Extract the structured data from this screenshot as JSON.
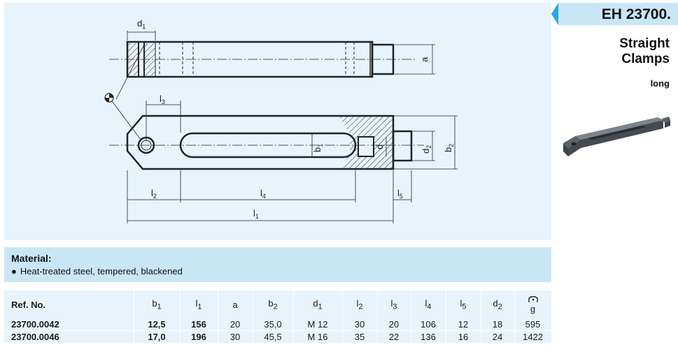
{
  "header": {
    "code": "EH 23700.",
    "accent_color": "#2aa7e4",
    "badge_color": "#c9e6f7"
  },
  "product": {
    "title_line1": "Straight",
    "title_line2": "Clamps",
    "subtitle": "long"
  },
  "drawing": {
    "labels": {
      "d1": "d",
      "d1_sub": "1",
      "l3": "l",
      "l3_sub": "3",
      "a": "a",
      "b1": "b",
      "b1_sub": "1",
      "d": "d",
      "d2": "d",
      "d2_sub": "2",
      "b2": "b",
      "b2_sub": "2",
      "l2": "l",
      "l2_sub": "2",
      "l4": "l",
      "l4_sub": "4",
      "l5": "l",
      "l5_sub": "5",
      "l1": "l",
      "l1_sub": "1"
    },
    "symbol": "hardened-surface-symbol"
  },
  "material": {
    "heading": "Material:",
    "bullet": "●",
    "line": "Heat-treated steel, tempered, blackened"
  },
  "table": {
    "ref_header": "Ref. No.",
    "columns": [
      {
        "label": "b",
        "sub": "1"
      },
      {
        "label": "l",
        "sub": "1"
      },
      {
        "label": "a",
        "sub": ""
      },
      {
        "label": "b",
        "sub": "2"
      },
      {
        "label": "d",
        "sub": "1"
      },
      {
        "label": "l",
        "sub": "2"
      },
      {
        "label": "l",
        "sub": "3"
      },
      {
        "label": "l",
        "sub": "4"
      },
      {
        "label": "l",
        "sub": "5"
      },
      {
        "label": "d",
        "sub": "2"
      }
    ],
    "weight_unit": "g",
    "rows": [
      {
        "ref": "23700.0042",
        "b1": "12,5",
        "l1": "156",
        "a": "20",
        "b2": "35,0",
        "d1": "M 12",
        "l2": "30",
        "l3": "20",
        "l4": "106",
        "l5": "12",
        "d2": "18",
        "g": "595"
      },
      {
        "ref": "23700.0046",
        "b1": "17,0",
        "l1": "196",
        "a": "30",
        "b2": "45,5",
        "d1": "M 16",
        "l2": "35",
        "l3": "22",
        "l4": "136",
        "l5": "16",
        "d2": "24",
        "g": "1422"
      }
    ]
  }
}
